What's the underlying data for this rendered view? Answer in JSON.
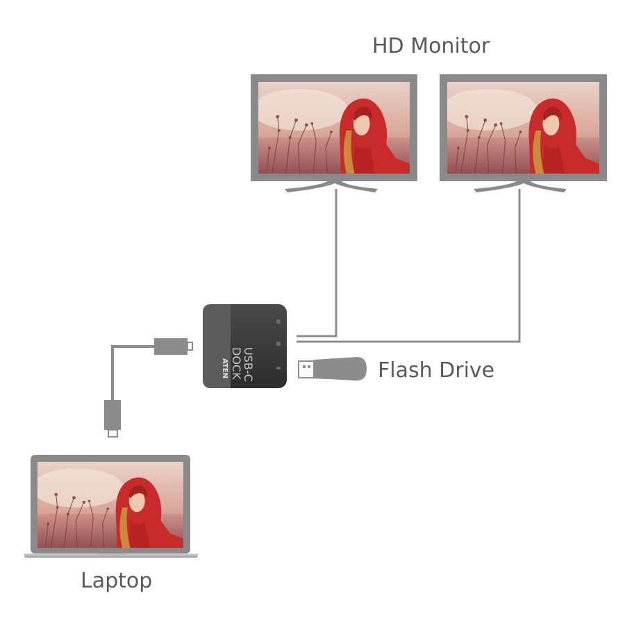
{
  "labels": {
    "monitors": "HD Monitor",
    "flash_drive": "Flash Drive",
    "laptop": "Laptop"
  },
  "dock": {
    "brand": "ATEN",
    "product_line1": "USB-C",
    "product_line2": "DOCK"
  },
  "colors": {
    "device_gray": "#8a8a8a",
    "cable_gray": "#8c8c8c",
    "dock_dark": "#3a3a3a",
    "dock_top": "#5a5a5a",
    "label_text": "#5a5a5a"
  }
}
